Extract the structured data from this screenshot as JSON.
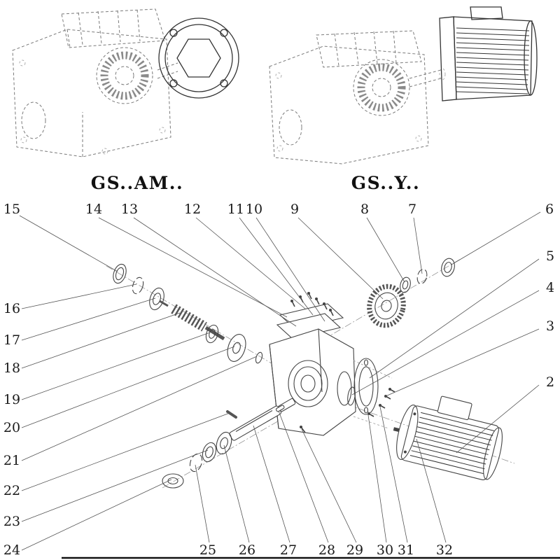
{
  "titles": {
    "left_variant": "GS..AM..",
    "right_variant": "GS..Y.."
  },
  "callouts": {
    "n2": "2",
    "n3": "3",
    "n4": "4",
    "n5": "5",
    "n6": "6",
    "n7": "7",
    "n8": "8",
    "n9": "9",
    "n10": "10",
    "n11": "11",
    "n12": "12",
    "n13": "13",
    "n14": "14",
    "n15": "15",
    "n16": "16",
    "n17": "17",
    "n18": "18",
    "n19": "19",
    "n20": "20",
    "n21": "21",
    "n22": "22",
    "n23": "23",
    "n24": "24",
    "n25": "25",
    "n26": "26",
    "n27": "27",
    "n28": "28",
    "n29": "29",
    "n30": "30",
    "n31": "31",
    "n32": "32"
  }
}
